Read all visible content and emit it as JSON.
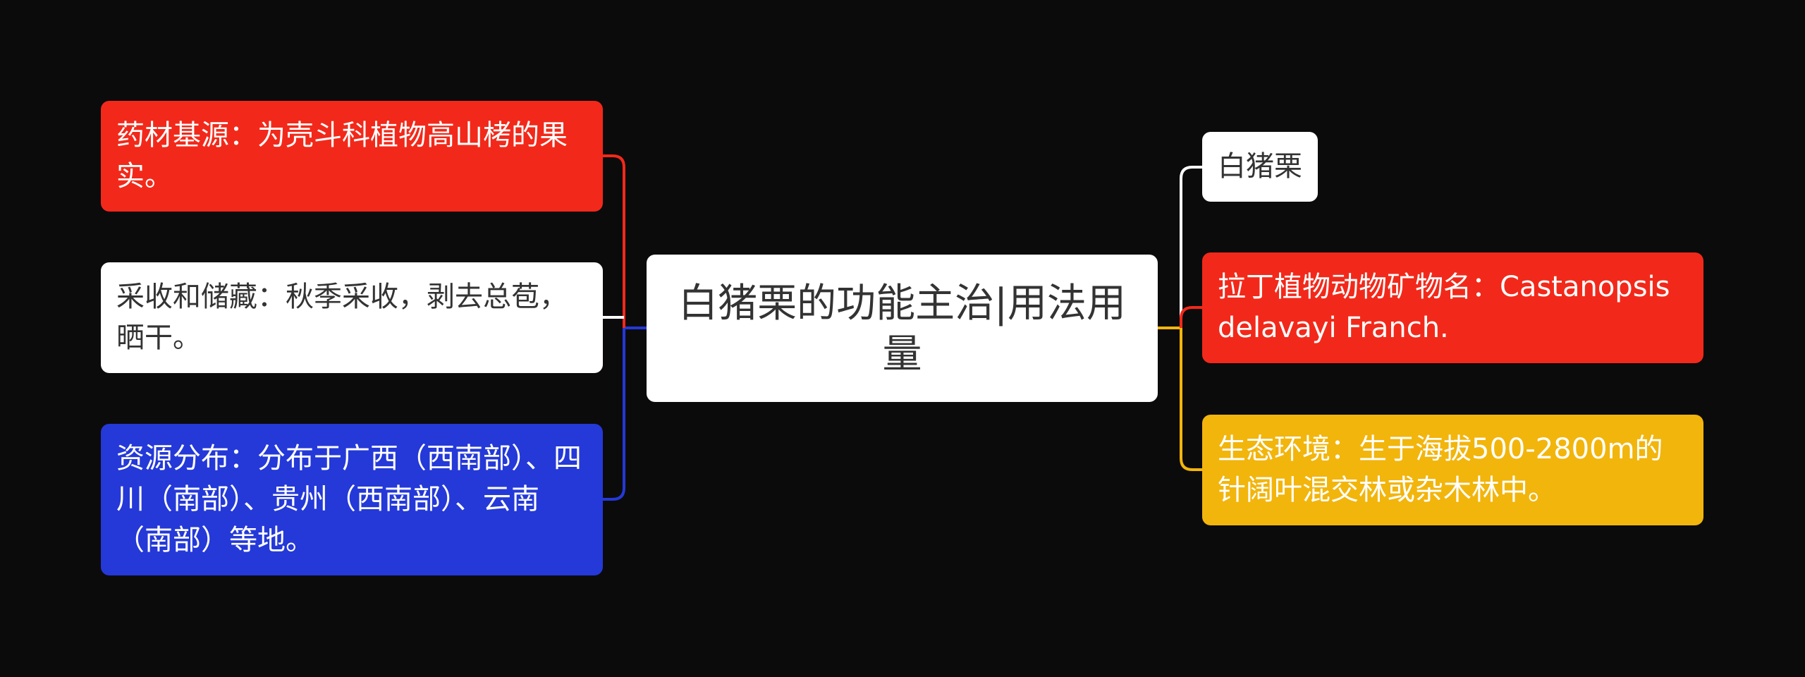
{
  "colors": {
    "background": "#0c0b0c",
    "red": "#f2291a",
    "white": "#ffffff",
    "blue": "#2439d8",
    "yellow": "#f2b50c",
    "dark_text": "#333333",
    "light_text": "#ffffff"
  },
  "center": {
    "text": "白猪栗的功能主治|用法用量"
  },
  "left_branches": [
    {
      "text": "药材基源：为壳斗科植物高山栲的果实。",
      "color": "red"
    },
    {
      "text": "采收和储藏：秋季采收，剥去总苞，晒干。",
      "color": "white"
    },
    {
      "text": "资源分布：分布于广西（西南部）、四川（南部）、贵州（西南部）、云南（南部）等地。",
      "color": "blue"
    }
  ],
  "right_branches": [
    {
      "text": "白猪栗",
      "color": "white"
    },
    {
      "text": "拉丁植物动物矿物名：Castanopsis delavayi Franch.",
      "color": "red"
    },
    {
      "text": "生态环境：生于海拔500-2800m的针阔叶混交林或杂木林中。",
      "color": "yellow"
    }
  ]
}
